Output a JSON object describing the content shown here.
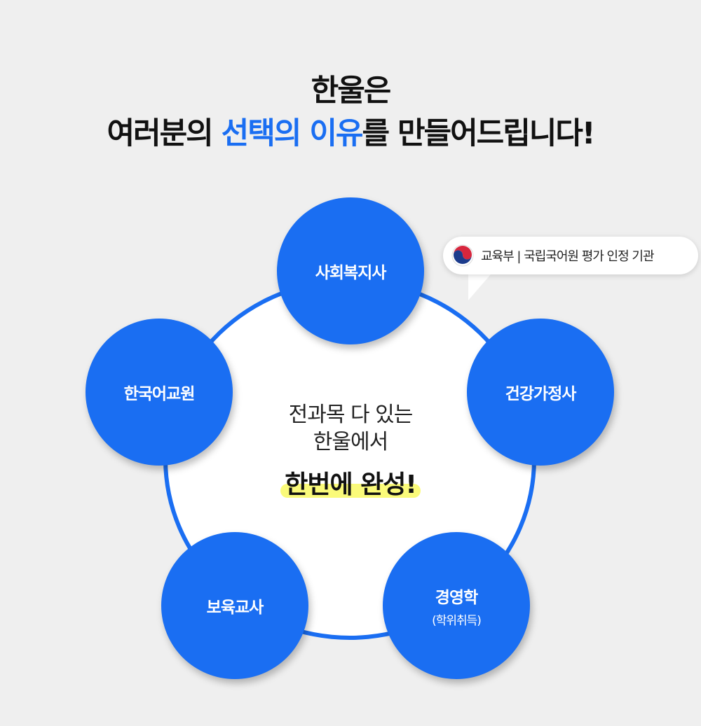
{
  "headline": {
    "line1": "한울은",
    "line2_before": "여러분의 ",
    "line2_highlight1": "선택의",
    "line2_space": " ",
    "line2_highlight2": "이유",
    "line2_after": "를 만들어드립니다!"
  },
  "center": {
    "line1": "전과목 다 있는",
    "line2": "한울에서",
    "line3": "한번에 완성!"
  },
  "nodes": {
    "top": "사회복지사",
    "right": "건강가정사",
    "bottom_right": "경영학",
    "bottom_right_sub": "(학위취득)",
    "bottom_left": "보육교사",
    "left": "한국어교원"
  },
  "badge": {
    "text": "교육부 | 국립국어원 평가 인정 기관",
    "emblem_icon": "korea-government-emblem-icon"
  },
  "colors": {
    "accent": "#1a6ef2",
    "background": "#efefef",
    "marker": "#fafa7a"
  }
}
